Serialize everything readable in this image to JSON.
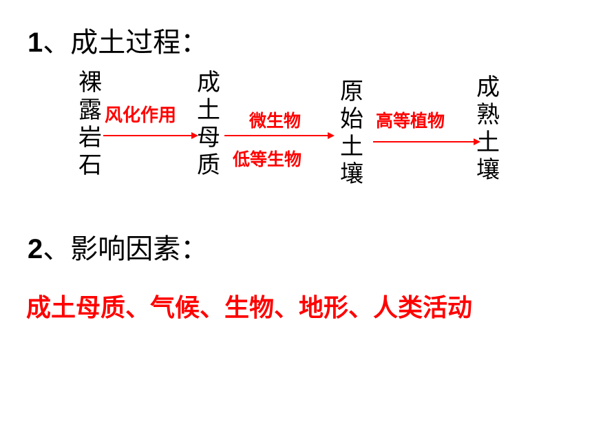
{
  "heading1": {
    "num": "1",
    "text": "、成土过程："
  },
  "heading2": {
    "num": "2",
    "text": "、影响因素："
  },
  "process": {
    "bare_rock": [
      "裸",
      "露",
      "岩",
      "石"
    ],
    "parent_material": [
      "成",
      "土",
      "母",
      "质"
    ],
    "original_soil": [
      "原",
      "始",
      "土",
      "壤"
    ],
    "mature_soil": [
      "成",
      "熟",
      "土",
      "壤"
    ]
  },
  "labels": {
    "weathering": "风化作用",
    "microbes": "微生物",
    "lower_organisms": "低等生物",
    "higher_plants": "高等植物"
  },
  "factors": "成土母质、气候、生物、地形、人类活动",
  "colors": {
    "accent": "#ff0000",
    "text": "#000000"
  }
}
